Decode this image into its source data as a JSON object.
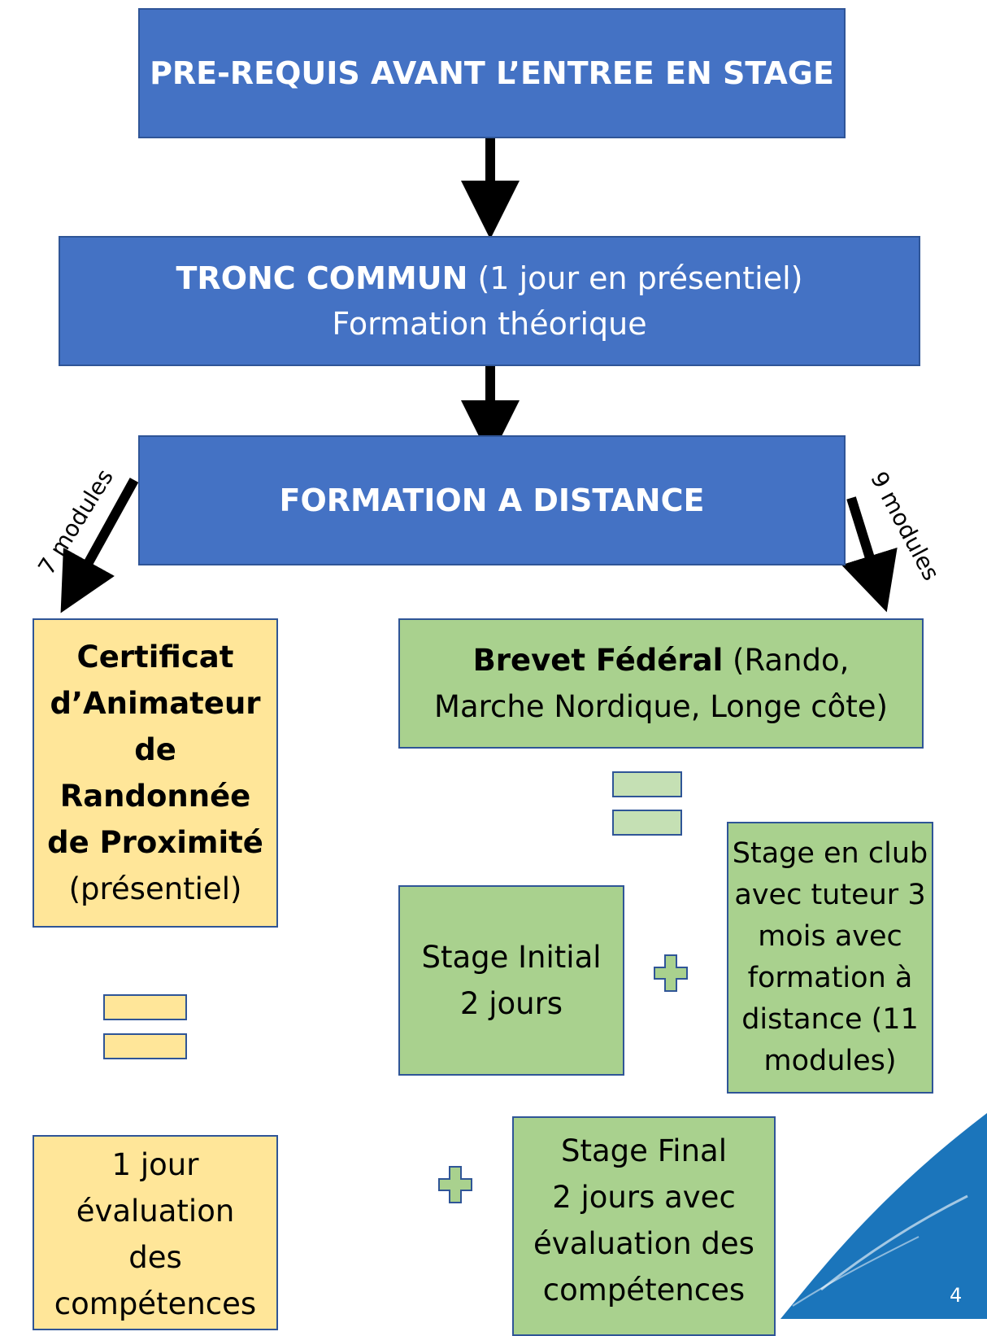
{
  "boxes": {
    "prereq": {
      "title": "PRE-REQUIS AVANT L’ENTREE EN STAGE"
    },
    "tronc": {
      "title_bold": "TRONC COMMUN",
      "title_rest": " (1 jour en présentiel)",
      "subtitle": "Formation théorique"
    },
    "distance": {
      "title": "FORMATION A DISTANCE"
    },
    "certificat": {
      "l1": "Certificat",
      "l2": "d’Animateur",
      "l3": "de",
      "l4": "Randonnée",
      "l5": "de Proximité",
      "l6": "(présentiel)"
    },
    "brevet": {
      "bold": "Brevet Fédéral",
      "rest1": " (Rando,",
      "rest2": "Marche Nordique, Longe côte)"
    },
    "stage_initial": {
      "l1": "Stage Initial",
      "l2": "2 jours"
    },
    "stage_club": {
      "l1": "Stage en club",
      "l2": "avec tuteur 3",
      "l3": "mois avec",
      "l4": "formation à",
      "l5": "distance (11",
      "l6": "modules)"
    },
    "eval_jour": {
      "l1": "1 jour",
      "l2": "évaluation",
      "l3": "des",
      "l4": "compétences"
    },
    "stage_final": {
      "l1": "Stage Final",
      "l2": "2 jours avec",
      "l3": "évaluation des",
      "l4": "compétences"
    }
  },
  "labels": {
    "left_arrow": "7 modules",
    "right_arrow": "9 modules",
    "page_number": "4"
  },
  "colors": {
    "blue": "#4472c4",
    "yellow": "#ffe699",
    "green": "#a9d18e",
    "border": "#2f5597",
    "brand": "#1b75bb"
  }
}
